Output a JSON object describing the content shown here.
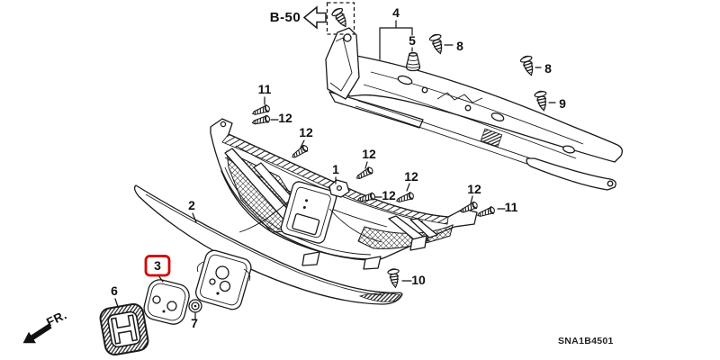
{
  "diagram": {
    "section_ref": "B-50",
    "front_label": "FR.",
    "code": "SNA1B4501",
    "highlight_color": "#d40000",
    "line_color": "#1a1a1a",
    "background_color": "#ffffff"
  },
  "callouts": [
    {
      "part": "4"
    },
    {
      "part": "5"
    },
    {
      "part": "8"
    },
    {
      "part": "8"
    },
    {
      "part": "9"
    },
    {
      "part": "11"
    },
    {
      "part": "12"
    },
    {
      "part": "12"
    },
    {
      "part": "12"
    },
    {
      "part": "12"
    },
    {
      "part": "12"
    },
    {
      "part": "12"
    },
    {
      "part": "11"
    },
    {
      "part": "1"
    },
    {
      "part": "2"
    },
    {
      "part": "3",
      "highlighted": true
    },
    {
      "part": "6"
    },
    {
      "part": "7"
    },
    {
      "part": "10"
    }
  ]
}
